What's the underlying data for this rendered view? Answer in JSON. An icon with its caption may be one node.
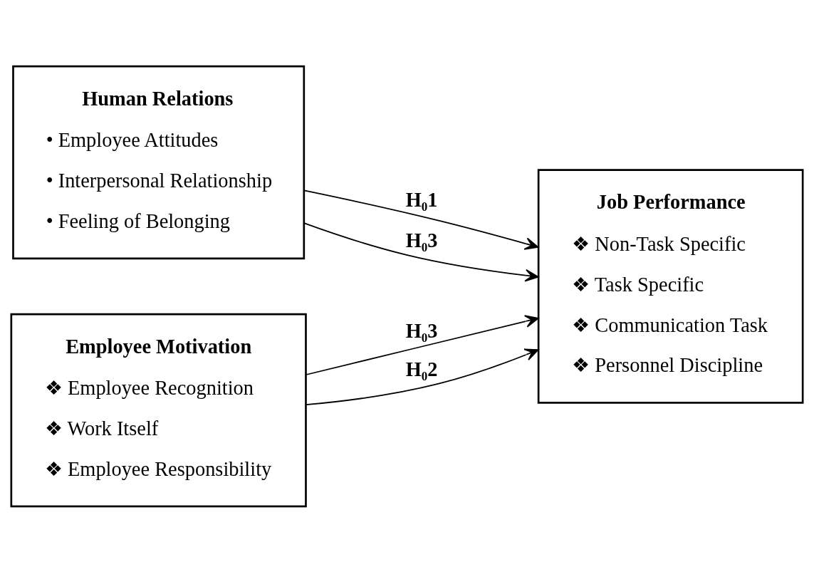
{
  "diagram": {
    "nodes": [
      {
        "text": [
          "Human Relations",
          "• Employee Attitudes",
          "• Interpersonal Relationship",
          "• Feeling of Belonging"
        ]
      },
      {
        "text": [
          "Employee Motivation",
          "❖ Employee Recognition",
          "❖ Work Itself",
          "❖ Employee Responsibility"
        ]
      },
      {
        "text": [
          "Job Performance",
          "❖ Non-Task Specific",
          "❖ Task Specific",
          "❖ Communication Task",
          "❖ Personnel Discipline"
        ]
      }
    ],
    "edges": [
      {
        "from": 0,
        "to": 2,
        "arrow": "to",
        "label": "H₀1"
      },
      {
        "from": 0,
        "to": 2,
        "arrow": "to",
        "label": "H₀3"
      },
      {
        "from": 1,
        "to": 2,
        "arrow": "to",
        "label": "H₀3"
      },
      {
        "from": 1,
        "to": 2,
        "arrow": "to",
        "label": "H₀2"
      }
    ]
  }
}
